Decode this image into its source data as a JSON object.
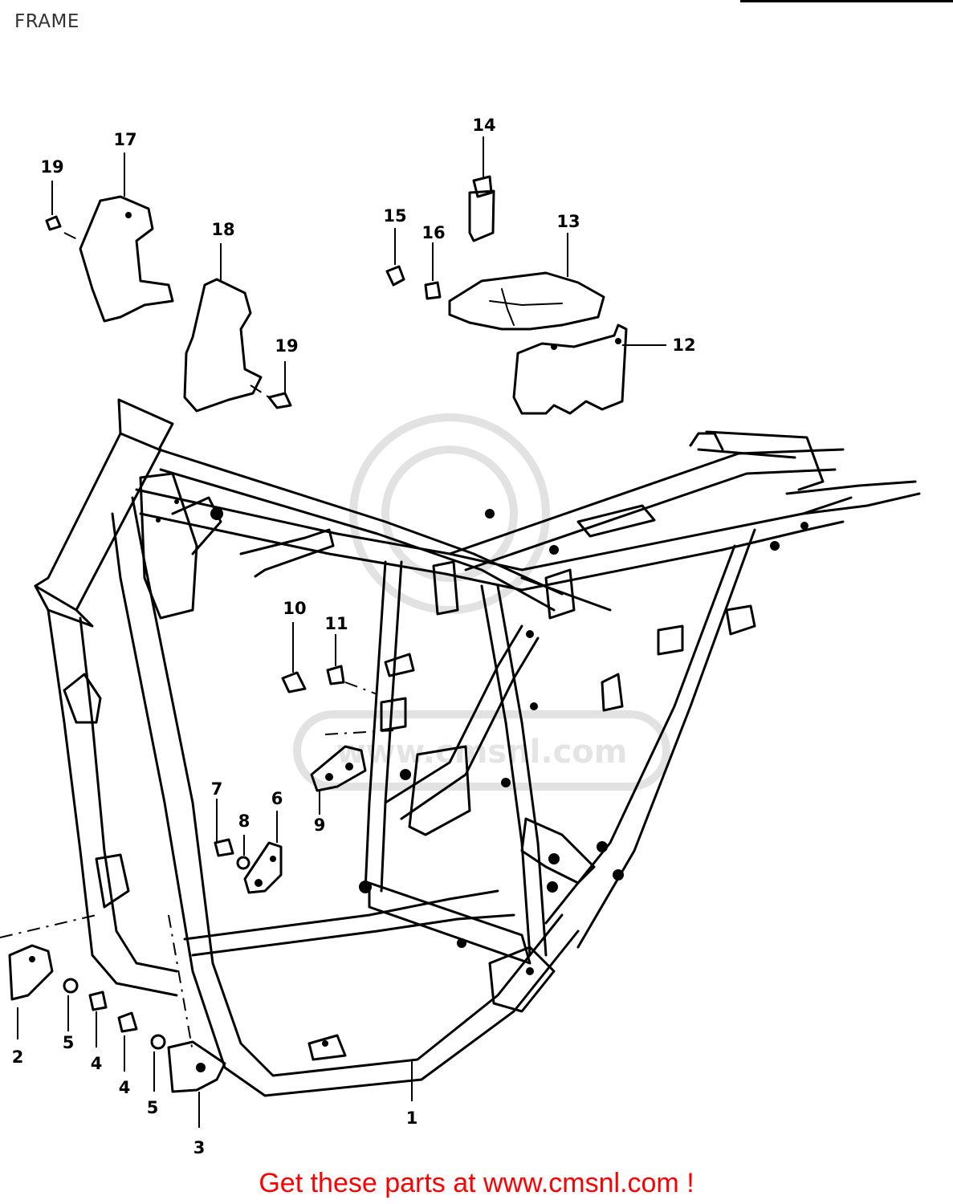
{
  "page": {
    "title": "FRAME"
  },
  "diagram": {
    "callouts": [
      "1",
      "2",
      "3",
      "4",
      "4",
      "5",
      "5",
      "6",
      "7",
      "8",
      "9",
      "10",
      "11",
      "12",
      "13",
      "14",
      "15",
      "16",
      "17",
      "18",
      "19",
      "19"
    ],
    "watermark_text": "www.cmsnl.com"
  },
  "footer": {
    "link_text": "Get these parts at www.cmsnl.com !"
  },
  "colors": {
    "footer_link": "#ff0000",
    "line_art": "#000000",
    "watermark": "#e2e2e2"
  }
}
